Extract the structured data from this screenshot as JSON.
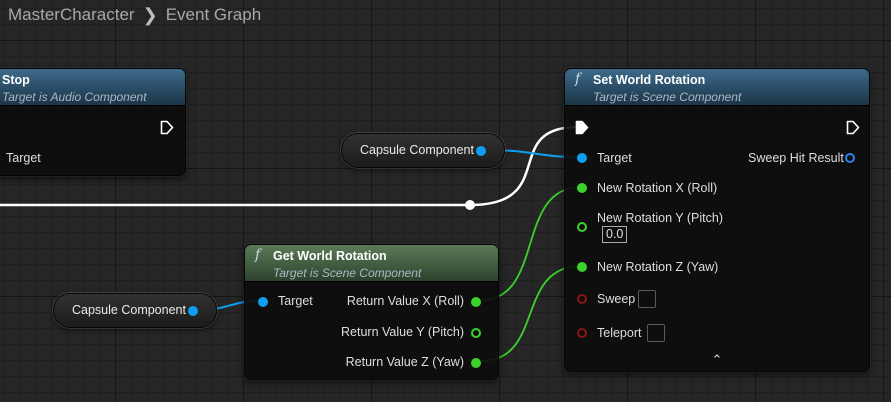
{
  "breadcrumb": {
    "blueprint": "MasterCharacter",
    "graph": "Event Graph"
  },
  "stop_node": {
    "title": "Stop",
    "subtitle": "Target is Audio Component",
    "target_label": "Target"
  },
  "set_world_rotation": {
    "function_glyph": "f",
    "title": "Set World Rotation",
    "subtitle": "Target is Scene Component",
    "target_label": "Target",
    "sweep_hit_result_label": "Sweep Hit Result",
    "new_rotation_x_label": "New Rotation X (Roll)",
    "new_rotation_y_label": "New Rotation Y (Pitch)",
    "new_rotation_y_value": "0.0",
    "new_rotation_z_label": "New Rotation Z (Yaw)",
    "sweep_label": "Sweep",
    "teleport_label": "Teleport",
    "collapse_glyph": "⌃"
  },
  "get_world_rotation": {
    "function_glyph": "f",
    "title": "Get World Rotation",
    "subtitle": "Target is Scene Component",
    "target_label": "Target",
    "return_x_label": "Return Value X (Roll)",
    "return_y_label": "Return Value Y (Pitch)",
    "return_z_label": "Return Value Z (Yaw)"
  },
  "variable_top": {
    "label": "Capsule Component"
  },
  "variable_bottom": {
    "label": "Capsule Component"
  },
  "colors": {
    "object_pin": "#0f9ff2",
    "float_pin": "#3bd32a",
    "bool_pin": "#8a1414",
    "exec_wire": "#ffffff"
  }
}
